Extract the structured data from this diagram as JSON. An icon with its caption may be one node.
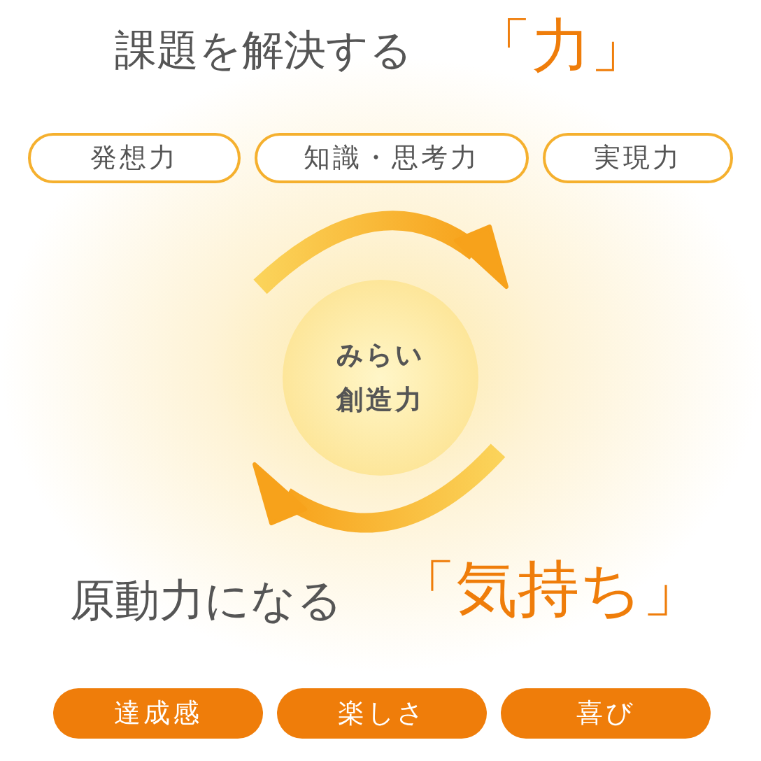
{
  "diagram": {
    "nodes": [
      {
        "text": [
          "発想力"
        ]
      },
      {
        "text": [
          "知識・思考力"
        ]
      },
      {
        "text": [
          "実現力"
        ]
      },
      {
        "text": [
          "みらい創造力"
        ]
      },
      {
        "text": [
          "達成感"
        ]
      },
      {
        "text": [
          "楽しさ"
        ]
      },
      {
        "text": [
          "喜び"
        ]
      }
    ],
    "labels": [
      "課題を解決する",
      "「力」",
      "原動力になる",
      "「気持ち」"
    ]
  }
}
